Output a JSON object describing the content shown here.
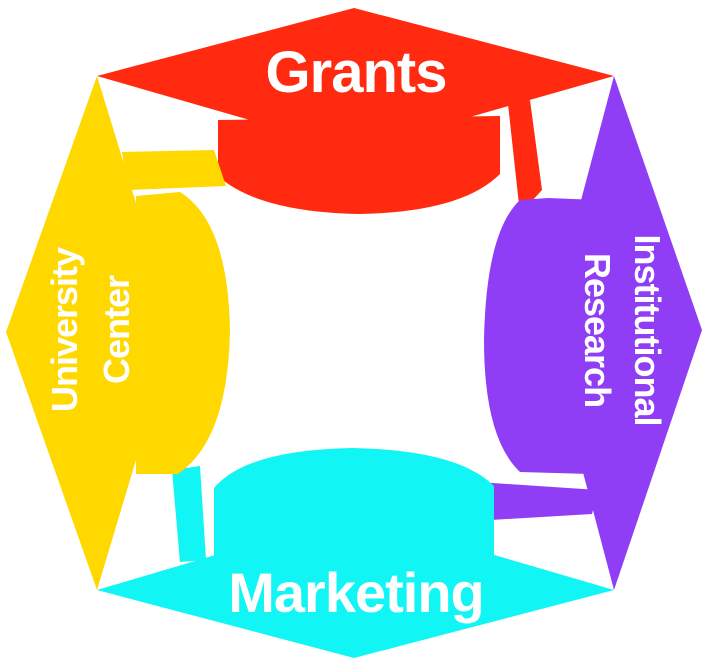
{
  "diagram": {
    "segments": [
      {
        "id": "grants",
        "label": "Grants",
        "color": "#FF2A10"
      },
      {
        "id": "institutional-research",
        "label_lines": [
          "Institutional",
          "Research"
        ],
        "color": "#8F3EF5"
      },
      {
        "id": "marketing",
        "label": "Marketing",
        "color": "#12F5F5"
      },
      {
        "id": "university-center",
        "label_lines": [
          "University",
          "Center"
        ],
        "color": "#FFD800"
      }
    ]
  }
}
